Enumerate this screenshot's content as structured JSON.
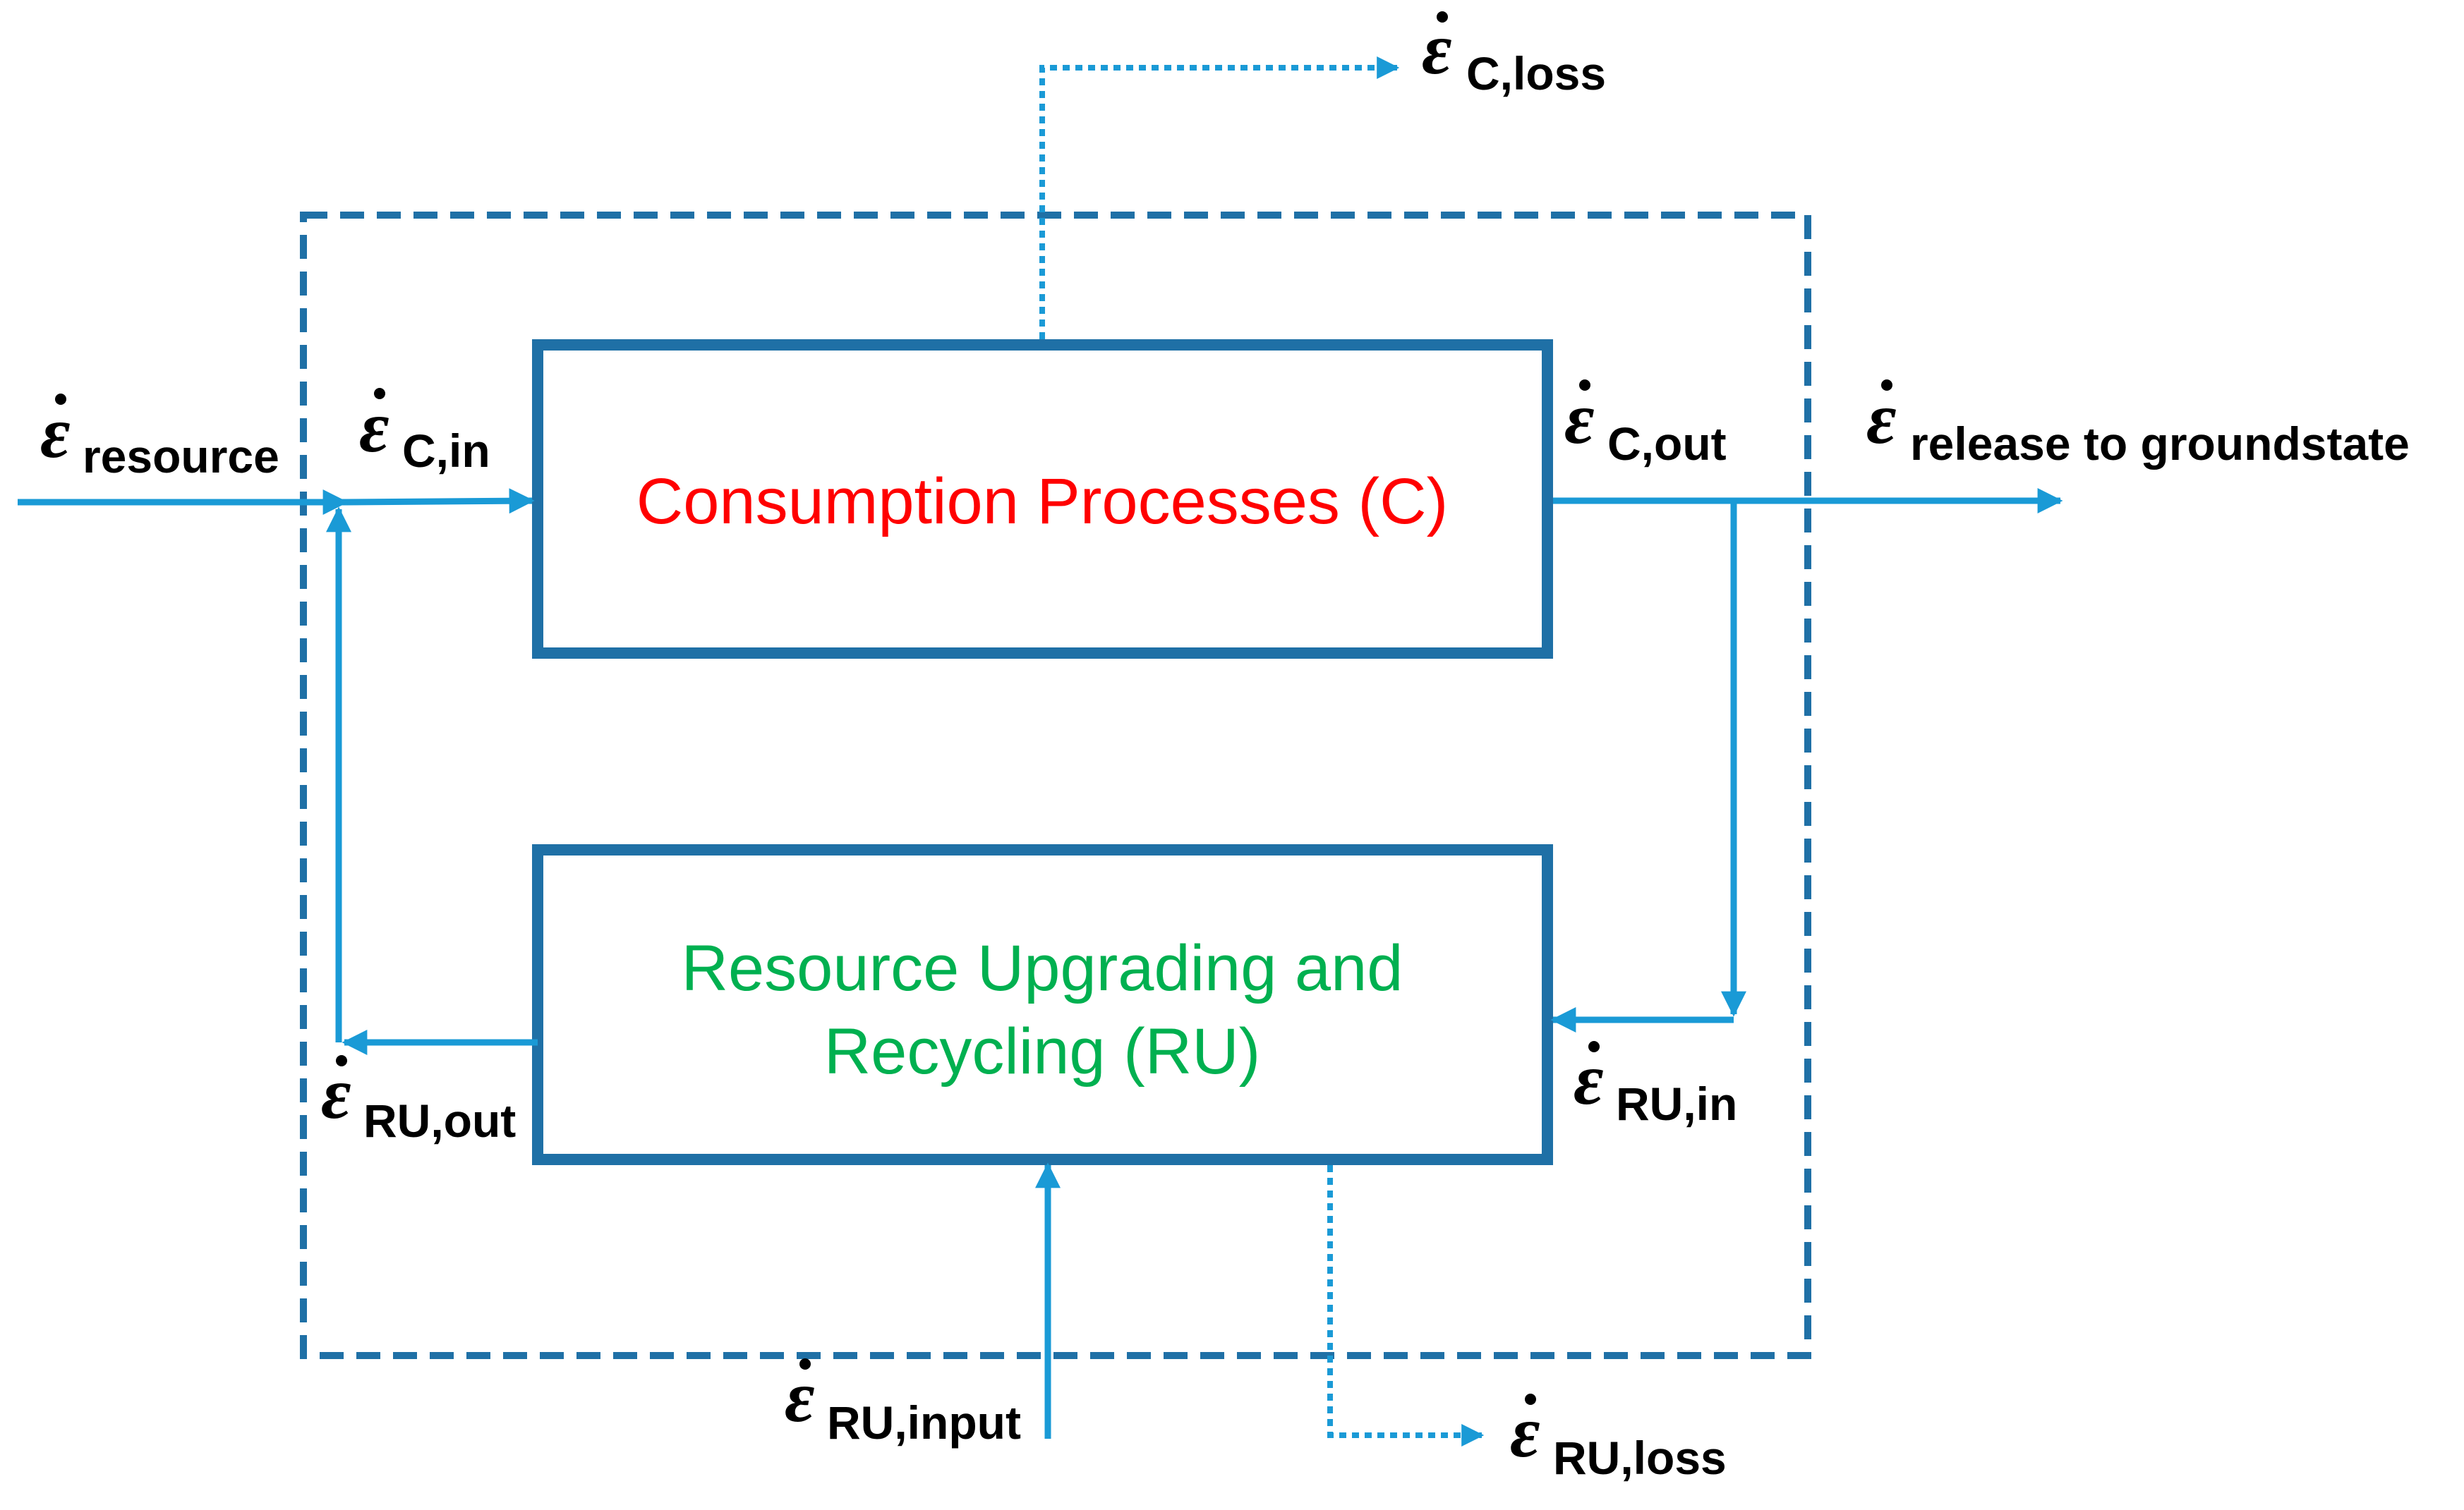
{
  "boxes": {
    "consumption": {
      "label": "Consumption Processes (C)",
      "color": "#ff0000"
    },
    "recycling": {
      "line1": "Resource Upgrading and",
      "line2": "Recycling (RU)",
      "color": "#00b050"
    }
  },
  "symbol": "ε",
  "flows": {
    "resource": "resource",
    "c_in": "C,in",
    "c_out": "C,out",
    "c_loss": "C,loss",
    "release": "release to groundstate",
    "ru_in": "RU,in",
    "ru_out": "RU,out",
    "ru_input": "RU,input",
    "ru_loss": "RU,loss"
  },
  "colors": {
    "box_border": "#1f70a6",
    "flow": "#1a9ad6",
    "system_boundary": "#1f70a6",
    "label_text": "#000000"
  }
}
